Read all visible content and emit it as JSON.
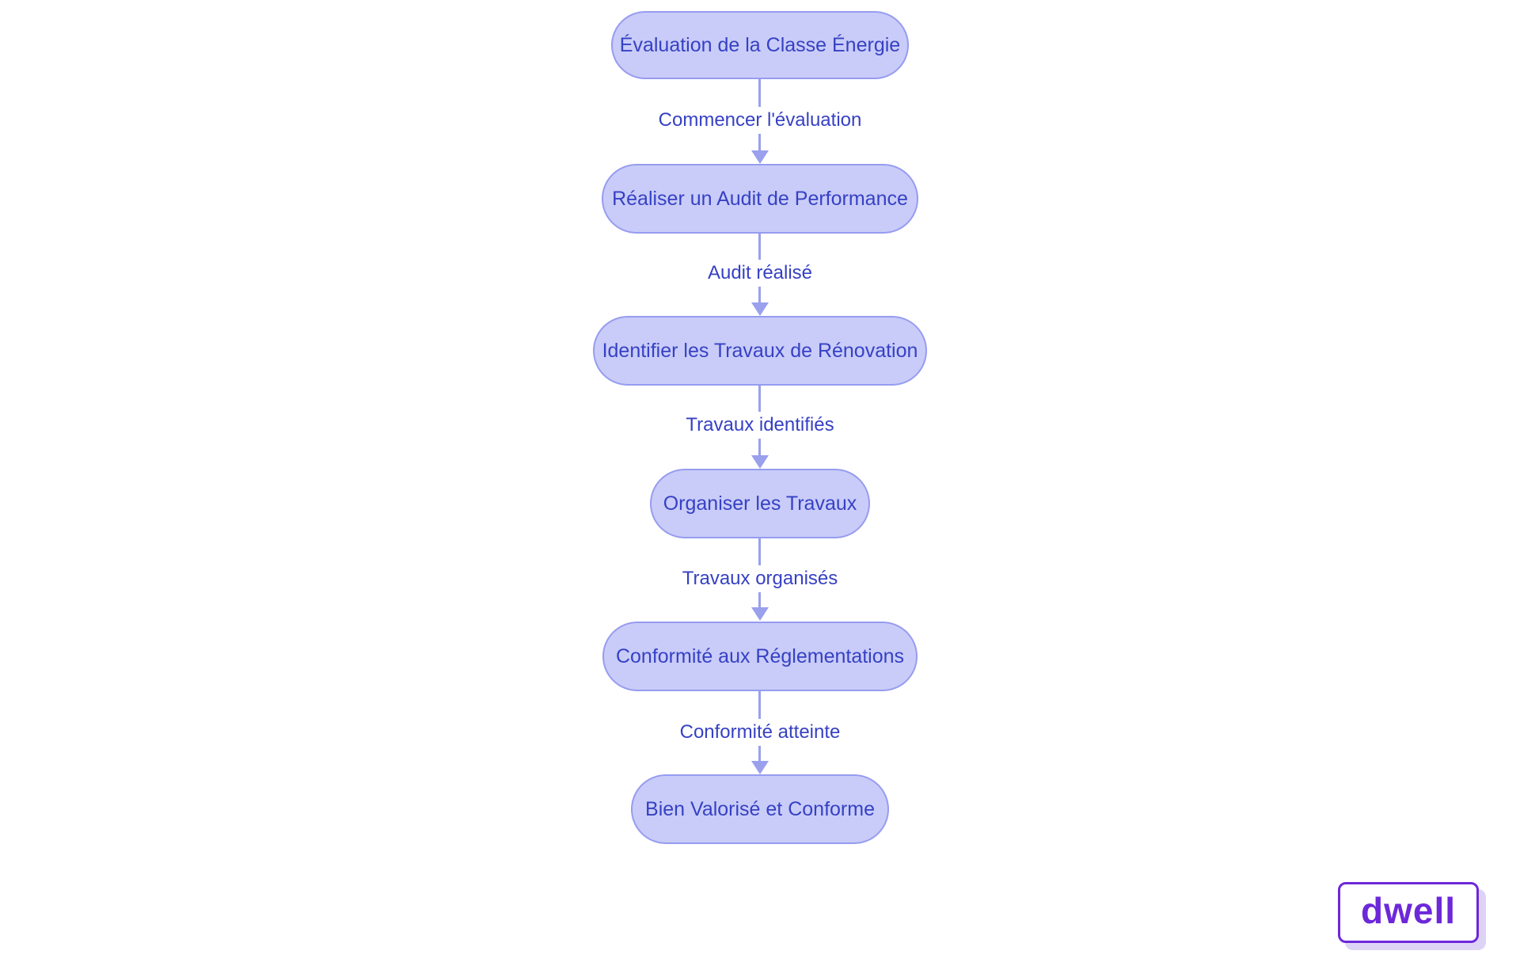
{
  "diagram": {
    "type": "flowchart",
    "direction": "top-down",
    "nodes": [
      {
        "id": "n1",
        "label": "Évaluation de la Classe Énergie"
      },
      {
        "id": "n2",
        "label": "Réaliser un Audit de Performance"
      },
      {
        "id": "n3",
        "label": "Identifier les Travaux de Rénovation"
      },
      {
        "id": "n4",
        "label": "Organiser les Travaux"
      },
      {
        "id": "n5",
        "label": "Conformité aux Réglementations"
      },
      {
        "id": "n6",
        "label": "Bien Valorisé et Conforme"
      }
    ],
    "edges": [
      {
        "from": "n1",
        "to": "n2",
        "label": "Commencer l'évaluation"
      },
      {
        "from": "n2",
        "to": "n3",
        "label": "Audit réalisé"
      },
      {
        "from": "n3",
        "to": "n4",
        "label": "Travaux identifiés"
      },
      {
        "from": "n4",
        "to": "n5",
        "label": "Travaux organisés"
      },
      {
        "from": "n5",
        "to": "n6",
        "label": "Conformité atteinte"
      }
    ],
    "colors": {
      "node_fill": "#c9ccf8",
      "node_border": "#969cf0",
      "node_text": "#3641c4",
      "edge_line": "#9aa0ec",
      "edge_label_text": "#3641c4",
      "background": "#ffffff"
    }
  },
  "logo": {
    "text": "dwell",
    "text_color": "#6d28d9",
    "border_color": "#6d28d9",
    "shadow_color": "#ddd4f5"
  }
}
